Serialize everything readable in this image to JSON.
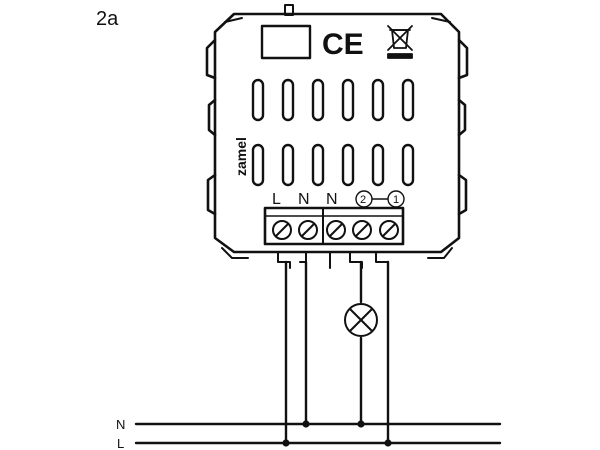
{
  "figure": {
    "label": "2a"
  },
  "device": {
    "brand": "zamel",
    "ce_mark": "CE",
    "weee_icon": "crossed-bin-icon",
    "terminals": [
      "L",
      "N",
      "N",
      "2",
      "1"
    ]
  },
  "mains": {
    "line_n": "N",
    "line_l": "L"
  },
  "load": {
    "icon": "lamp-icon"
  },
  "colors": {
    "stroke": "#111111",
    "background": "#ffffff"
  }
}
